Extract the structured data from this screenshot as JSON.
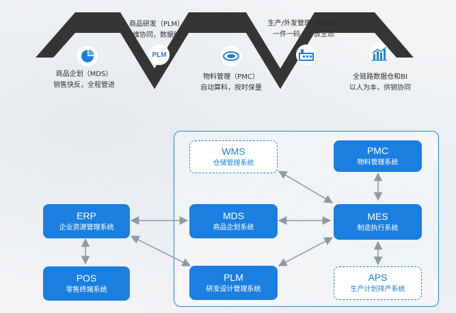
{
  "stages": [
    {
      "id": "mds",
      "title": "商品企划（MDS）",
      "sub": "销售快反，全程管进",
      "icon": "pie-chart-icon"
    },
    {
      "id": "plm",
      "title": "商品研发（PLM）",
      "sub": "多维协同，数据统一",
      "icon": "plm-badge-icon",
      "badge": "PLM"
    },
    {
      "id": "pmc",
      "title": "物料管理（PMC）",
      "sub": "自动算料，按时保量",
      "icon": "fabric-roll-icon"
    },
    {
      "id": "mes",
      "title": "生产/外发管理（MES）",
      "sub": "一件一码，开放生态",
      "icon": "factory-icon"
    },
    {
      "id": "bi",
      "title": "全链路数据仓和BI",
      "sub": "以人为本，供销协同",
      "icon": "bar-chart-icon"
    }
  ],
  "systems": [
    {
      "id": "erp",
      "name": "ERP",
      "desc": "企业资源管理系统",
      "style": "solid"
    },
    {
      "id": "pos",
      "name": "POS",
      "desc": "零售终端系统",
      "style": "solid"
    },
    {
      "id": "wms",
      "name": "WMS",
      "desc": "仓储管理系统",
      "style": "dashed"
    },
    {
      "id": "mds",
      "name": "MDS",
      "desc": "商品企划系统",
      "style": "solid"
    },
    {
      "id": "plm",
      "name": "PLM",
      "desc": "研发设计管理系统",
      "style": "solid"
    },
    {
      "id": "pmc",
      "name": "PMC",
      "desc": "物料管理系统",
      "style": "solid"
    },
    {
      "id": "mes",
      "name": "MES",
      "desc": "制造执行系统",
      "style": "solid"
    },
    {
      "id": "aps",
      "name": "APS",
      "desc": "生产计划排产系统",
      "style": "dashed"
    }
  ],
  "connections": [
    {
      "from": "erp",
      "to": "pos"
    },
    {
      "from": "erp",
      "to": "mds"
    },
    {
      "from": "erp",
      "to": "plm"
    },
    {
      "from": "mds",
      "to": "mes"
    },
    {
      "from": "wms",
      "to": "mes"
    },
    {
      "from": "pmc",
      "to": "mes"
    },
    {
      "from": "plm",
      "to": "mes"
    },
    {
      "from": "aps",
      "to": "mes"
    }
  ],
  "colors": {
    "zigzag": "#333333",
    "accent": "#1a7fe0",
    "arrow": "#9aa4ad"
  }
}
